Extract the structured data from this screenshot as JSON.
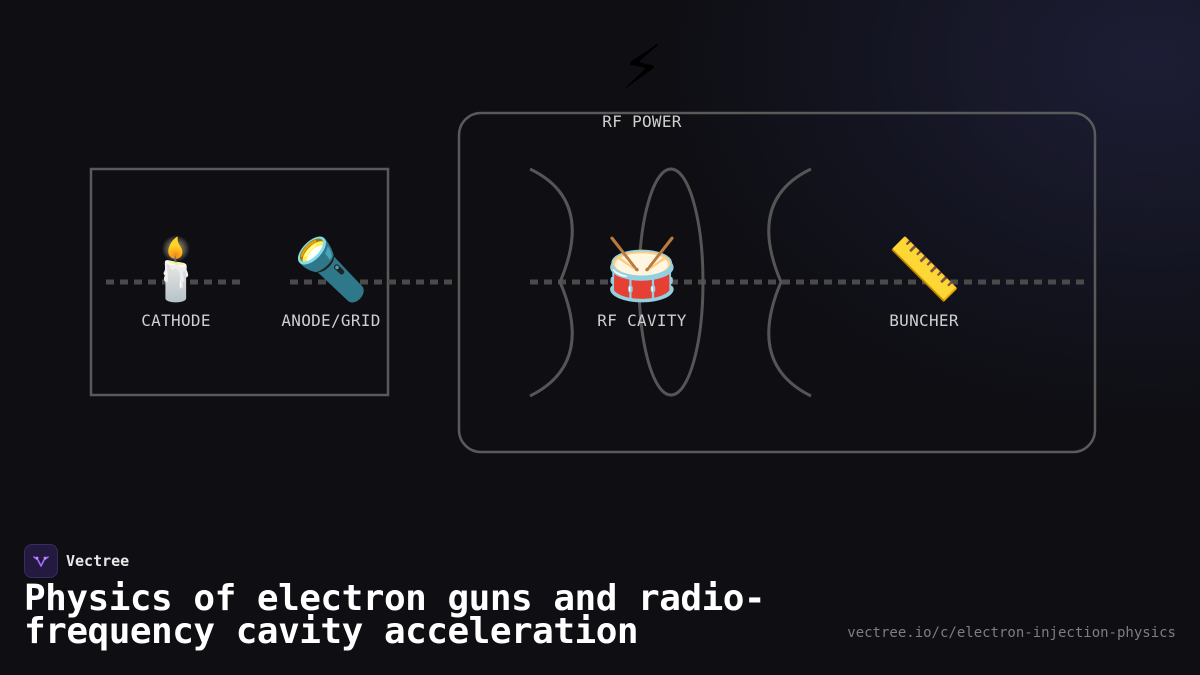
{
  "diagram": {
    "rf_power": {
      "icon": "⚡",
      "icon_name": "lightning-icon",
      "label": "RF POWER"
    },
    "components": [
      {
        "id": "cathode",
        "icon": "🕯️",
        "icon_name": "candle-icon",
        "label": "CATHODE"
      },
      {
        "id": "anode-grid",
        "icon": "🔦",
        "icon_name": "flashlight-icon",
        "label": "ANODE/GRID"
      },
      {
        "id": "rf-cavity",
        "icon": "🥁",
        "icon_name": "drum-icon",
        "label": "RF CAVITY"
      },
      {
        "id": "buncher",
        "icon": "📏",
        "icon_name": "ruler-icon",
        "label": "BUNCHER"
      }
    ]
  },
  "brand": {
    "name": "Vectree"
  },
  "title": "Physics of electron guns and radio-frequency cavity acceleration",
  "url": "vectree.io/c/electron-injection-physics",
  "colors": {
    "background": "#0e0e13",
    "frame": "#5a5a5a",
    "beamline": "#4a4a4a",
    "label": "#cfcfcf",
    "brand_logo": "#24193f",
    "url": "#7d7d86"
  }
}
